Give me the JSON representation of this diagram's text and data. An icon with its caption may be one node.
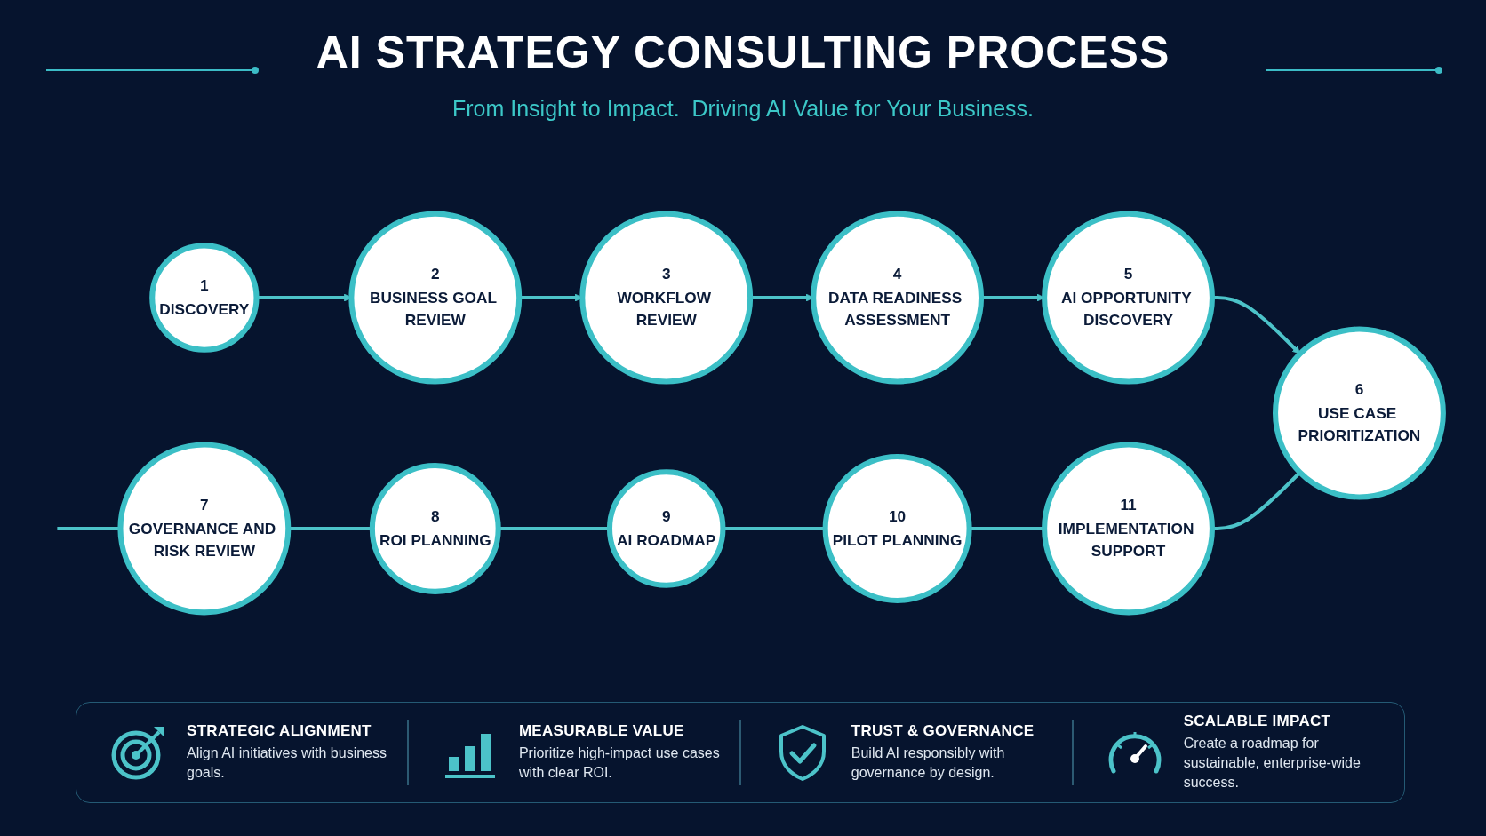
{
  "diagram": {
    "title": "AI STRATEGY CONSULTING PROCESS",
    "nodes": [
      {
        "text": [
          "1",
          "DISCOVERY"
        ]
      },
      {
        "text": [
          "2",
          "BUSINESS GOAL REVIEW"
        ]
      },
      {
        "text": [
          "3",
          "WORKFLOW REVIEW"
        ]
      },
      {
        "text": [
          "4",
          "DATA READINESS ASSESSMENT"
        ]
      },
      {
        "text": [
          "5",
          "AI OPPORTUNITY DISCOVERY"
        ]
      },
      {
        "text": [
          "6",
          "USE CASE PRIORITIZATION"
        ]
      },
      {
        "text": [
          "7",
          "GOVERNANCE AND RISK REVIEW"
        ]
      },
      {
        "text": [
          "8",
          "ROI PLANNING"
        ]
      },
      {
        "text": [
          "9",
          "AI ROADMAP"
        ]
      },
      {
        "text": [
          "10",
          "PILOT PLANNING"
        ]
      },
      {
        "text": [
          "11",
          "IMPLEMENTATION SUPPORT"
        ]
      }
    ],
    "edges": [
      {
        "from": 0,
        "to": 1,
        "arrow": "to"
      },
      {
        "from": 1,
        "to": 2,
        "arrow": "to"
      },
      {
        "from": 2,
        "to": 3,
        "arrow": "to"
      },
      {
        "from": 3,
        "to": 4,
        "arrow": "to"
      },
      {
        "from": 4,
        "to": 5,
        "arrow": "to"
      },
      {
        "from": null,
        "to": 6,
        "arrow": "none"
      },
      {
        "from": 6,
        "to": 7,
        "arrow": "none"
      },
      {
        "from": 7,
        "to": 8,
        "arrow": "none"
      },
      {
        "from": 8,
        "to": 9,
        "arrow": "none"
      },
      {
        "from": 9,
        "to": 10,
        "arrow": "none"
      },
      {
        "from": 10,
        "to": 5,
        "arrow": "none"
      }
    ],
    "labels": [
      "From Insight to Impact.  Driving AI Value for Your Business.",
      "STRATEGIC ALIGNMENT",
      "Align AI initiatives with business goals.",
      "MEASURABLE VALUE",
      "Prioritize high-impact use cases with clear ROI.",
      "TRUST & GOVERNANCE",
      "Build AI responsibly with governance by design.",
      "SCALABLE IMPACT",
      "Create a roadmap for sustainable, enterprise-wide success."
    ]
  }
}
